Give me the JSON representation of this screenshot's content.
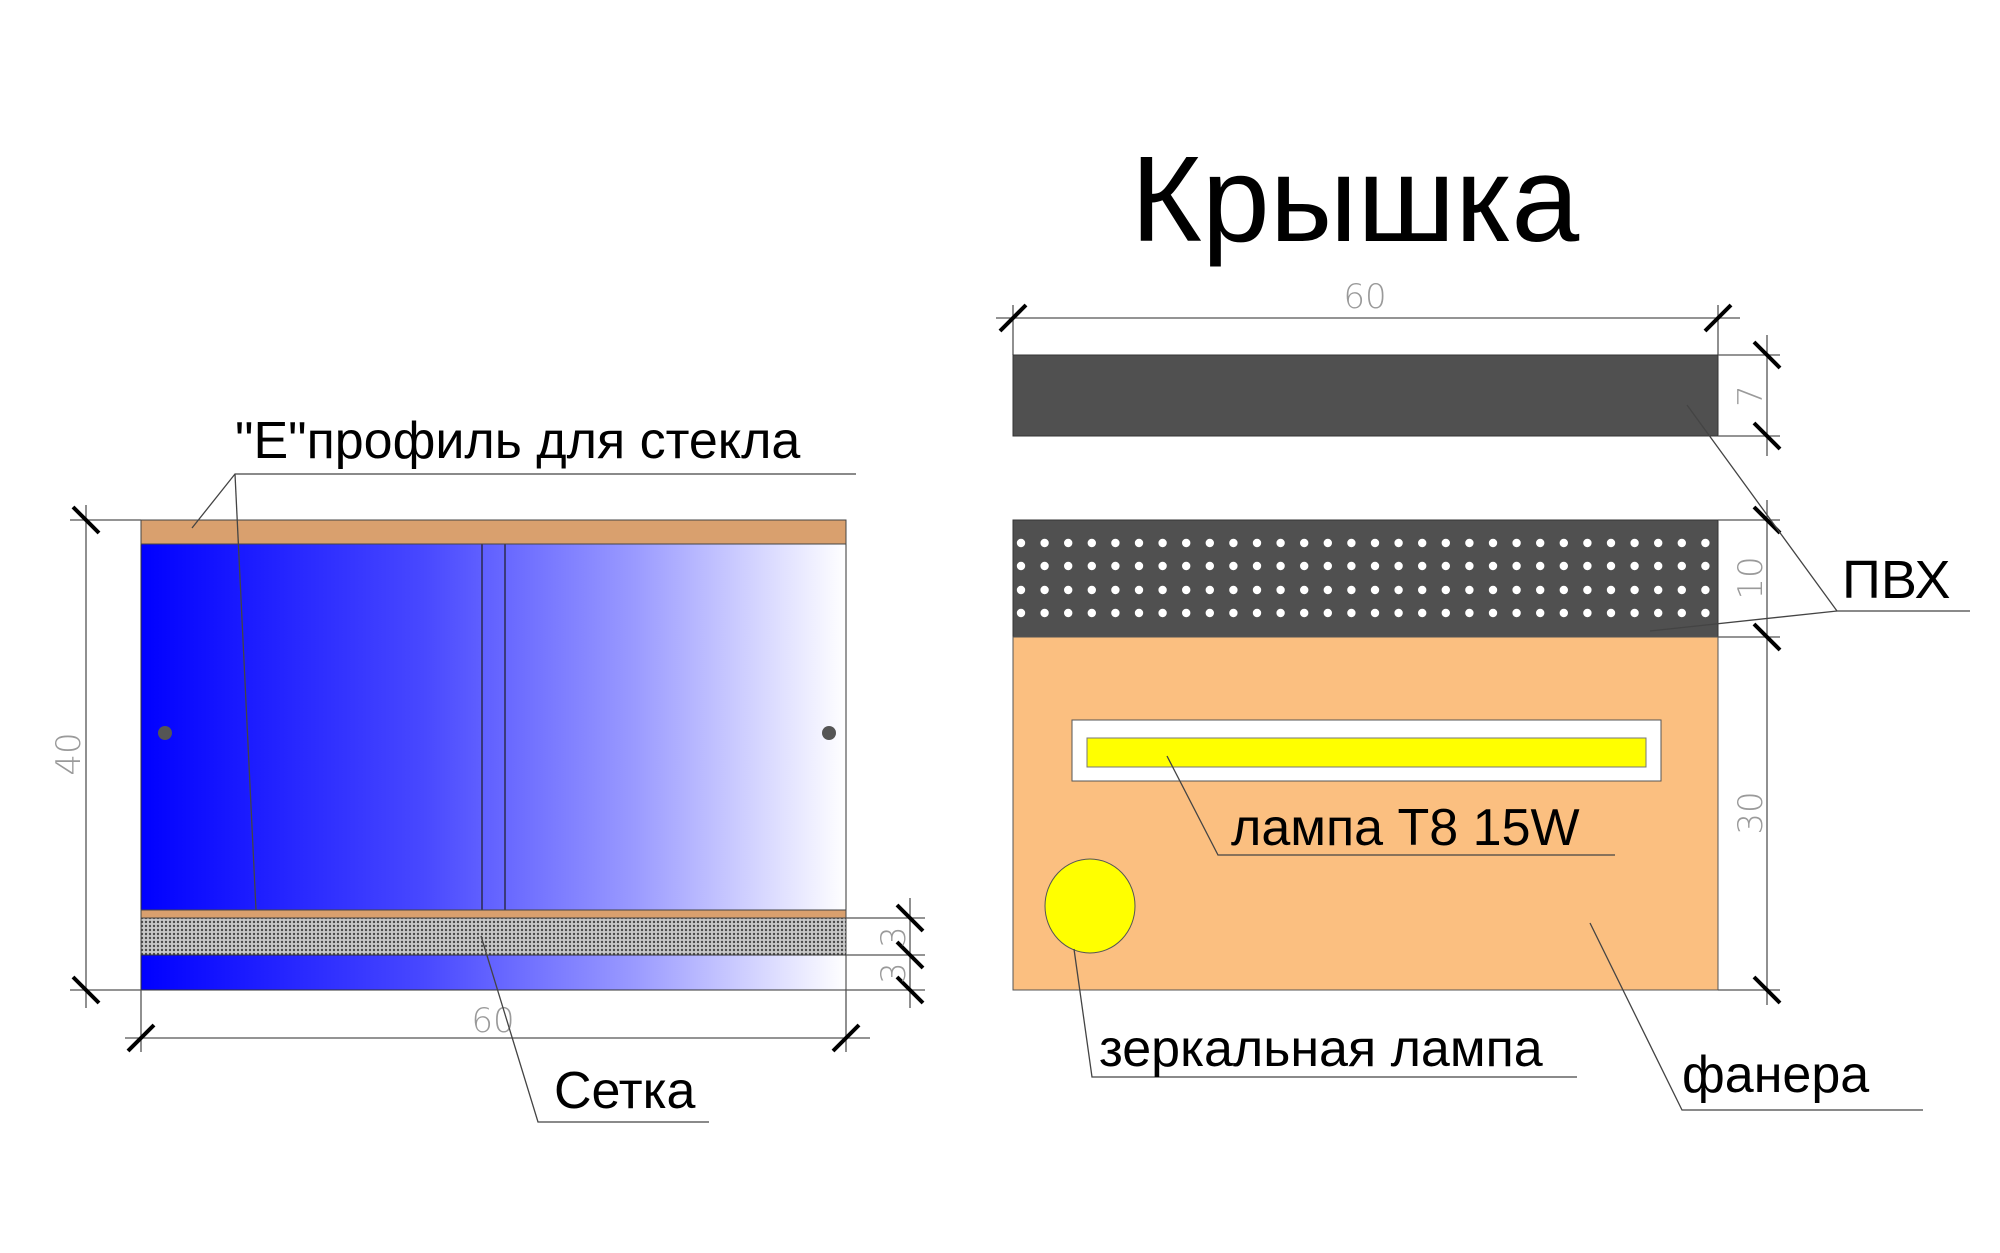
{
  "title": "Крышка",
  "left_view": {
    "label_profile": "\"Е\"профиль для стекла",
    "label_mesh": "Сетка",
    "dim_width": "60",
    "dim_height": "40",
    "dim_mesh": "3",
    "dim_bottom": "3"
  },
  "right_view": {
    "dim_width": "60",
    "dim_top_panel": "7",
    "dim_perforated": "10",
    "dim_plywood": "30",
    "label_pvc": "ПВХ",
    "label_lamp": "лампа Т8 15W",
    "label_mirror_lamp": "зеркальная лампа",
    "label_plywood": "фанера"
  },
  "colors": {
    "glass_blue": "#0000ff",
    "profile_orange": "#d9a06e",
    "plywood": "#fbbf80",
    "pvc_dark": "#505050",
    "lamp_yellow": "#ffff00"
  }
}
